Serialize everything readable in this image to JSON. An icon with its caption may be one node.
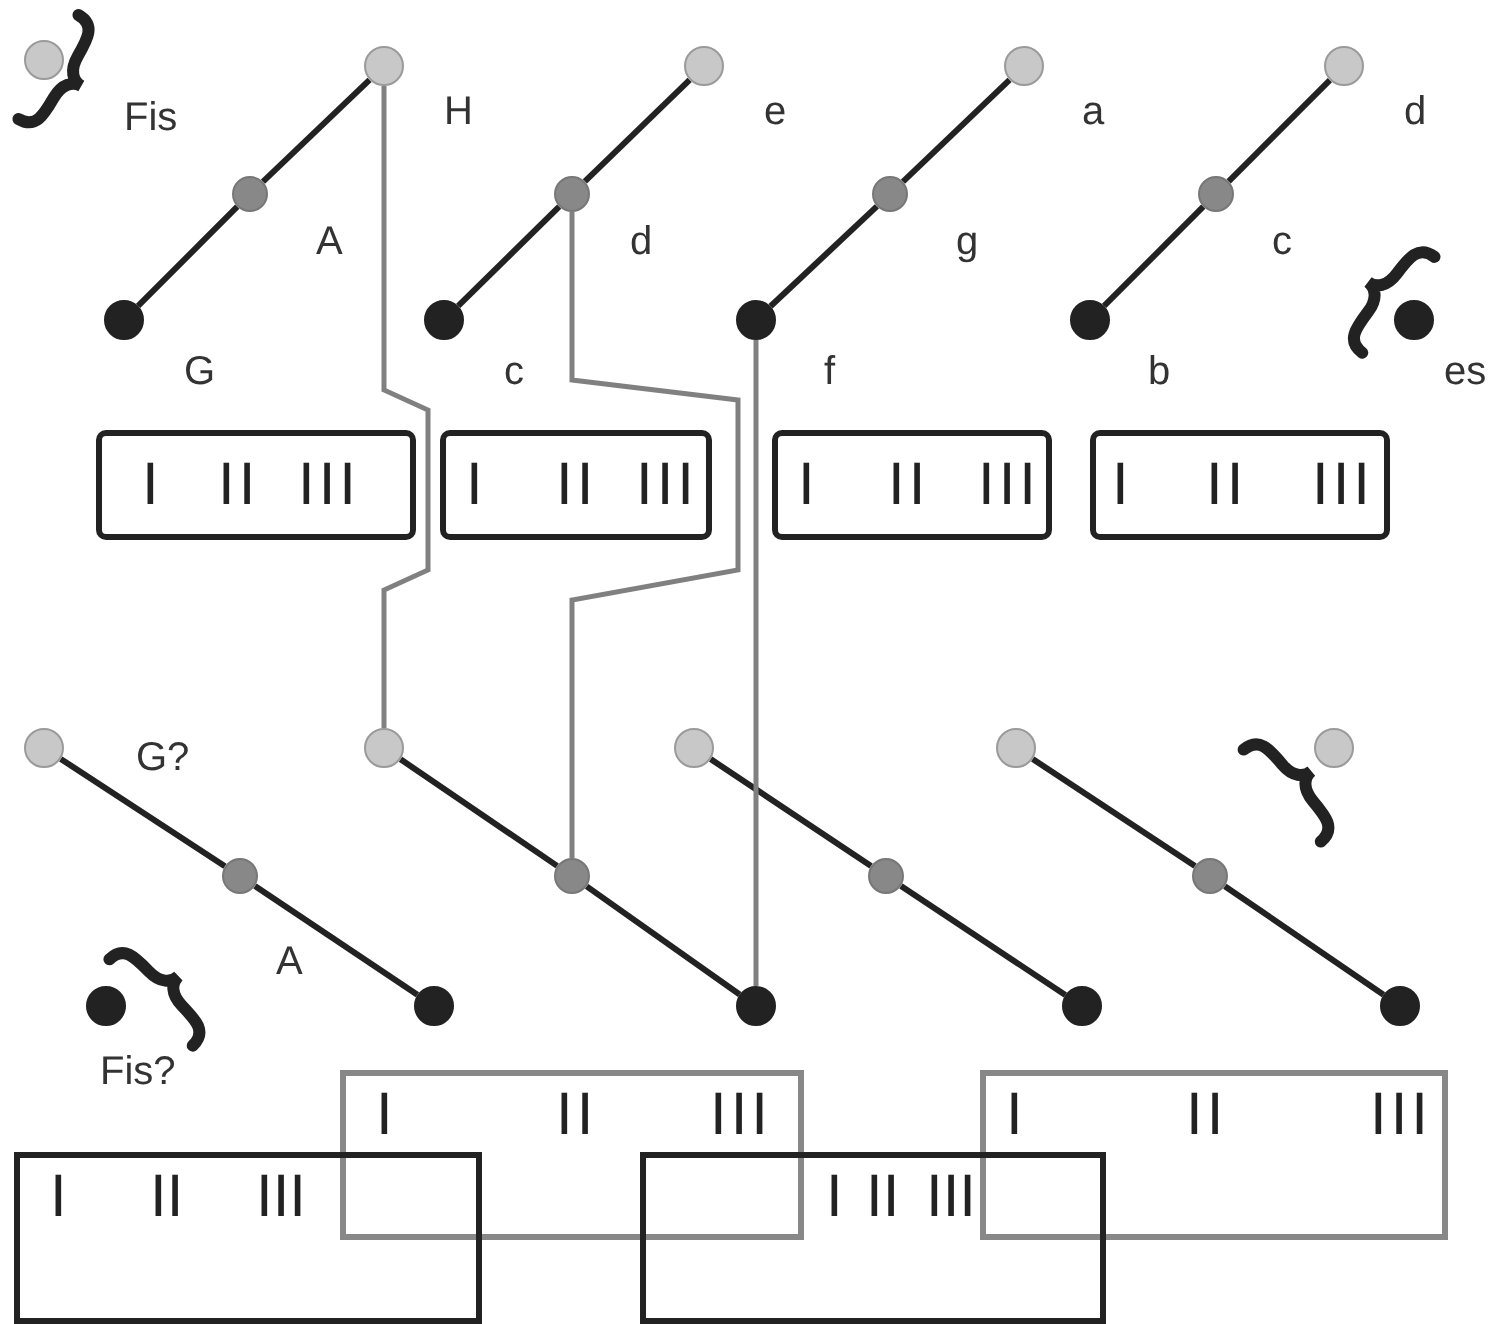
{
  "diagram": {
    "nodes": [
      {
        "text": [],
        "shape": "circle"
      },
      {
        "text": [],
        "shape": "circle"
      },
      {
        "text": [],
        "shape": "circle"
      },
      {
        "text": [],
        "shape": "circle"
      },
      {
        "text": [],
        "shape": "circle"
      },
      {
        "text": [],
        "shape": "circle"
      },
      {
        "text": [],
        "shape": "circle"
      },
      {
        "text": [],
        "shape": "circle"
      },
      {
        "text": [],
        "shape": "circle"
      },
      {
        "text": [],
        "shape": "circle"
      },
      {
        "text": [],
        "shape": "circle"
      },
      {
        "text": [],
        "shape": "circle"
      },
      {
        "text": [],
        "shape": "circle"
      },
      {
        "text": [],
        "shape": "circle"
      },
      {
        "text": [
          "I",
          "II",
          "III"
        ]
      },
      {
        "text": [
          "I",
          "II",
          "III"
        ]
      },
      {
        "text": [
          "I",
          "II",
          "III"
        ]
      },
      {
        "text": [
          "I",
          "II",
          "III"
        ]
      },
      {
        "text": [],
        "shape": "circle"
      },
      {
        "text": [],
        "shape": "circle"
      },
      {
        "text": [],
        "shape": "circle"
      },
      {
        "text": [],
        "shape": "circle"
      },
      {
        "text": [],
        "shape": "circle"
      },
      {
        "text": [],
        "shape": "circle"
      },
      {
        "text": [],
        "shape": "circle"
      },
      {
        "text": [],
        "shape": "circle"
      },
      {
        "text": [],
        "shape": "circle"
      },
      {
        "text": [],
        "shape": "circle"
      },
      {
        "text": [],
        "shape": "circle"
      },
      {
        "text": [],
        "shape": "circle"
      },
      {
        "text": [],
        "shape": "circle"
      },
      {
        "text": [],
        "shape": "circle"
      },
      {
        "text": [
          "I",
          "II",
          "III"
        ]
      },
      {
        "text": [
          "I",
          "II",
          "III"
        ]
      },
      {
        "text": [
          "I",
          "II",
          "III"
        ]
      },
      {
        "text": [
          "I",
          "II",
          "III"
        ]
      }
    ],
    "edges": [
      {
        "from": 1,
        "to": 2,
        "arrow": "none"
      },
      {
        "from": 2,
        "to": 3,
        "arrow": "none"
      },
      {
        "from": 4,
        "to": 5,
        "arrow": "none"
      },
      {
        "from": 5,
        "to": 6,
        "arrow": "none"
      },
      {
        "from": 7,
        "to": 8,
        "arrow": "none"
      },
      {
        "from": 8,
        "to": 9,
        "arrow": "none"
      },
      {
        "from": 10,
        "to": 11,
        "arrow": "none"
      },
      {
        "from": 11,
        "to": 12,
        "arrow": "none"
      },
      {
        "from": 18,
        "to": 19,
        "arrow": "none"
      },
      {
        "from": 19,
        "to": 20,
        "arrow": "none"
      },
      {
        "from": 21,
        "to": 22,
        "arrow": "none"
      },
      {
        "from": 22,
        "to": 23,
        "arrow": "none"
      },
      {
        "from": 24,
        "to": 25,
        "arrow": "none"
      },
      {
        "from": 25,
        "to": 26,
        "arrow": "none"
      },
      {
        "from": 27,
        "to": 28,
        "arrow": "none"
      },
      {
        "from": 28,
        "to": 29,
        "arrow": "none"
      },
      {
        "from": 3,
        "to": 21,
        "arrow": "none",
        "color": "#808080"
      },
      {
        "from": 5,
        "to": 22,
        "arrow": "none",
        "color": "#808080"
      },
      {
        "from": 7,
        "to": 23,
        "arrow": "none",
        "color": "#808080"
      }
    ],
    "labels": [
      "Fis",
      "H",
      "e",
      "a",
      "d",
      "A",
      "d",
      "g",
      "c",
      "G",
      "c",
      "f",
      "b",
      "es",
      "G?",
      "A",
      "Fis?"
    ]
  }
}
